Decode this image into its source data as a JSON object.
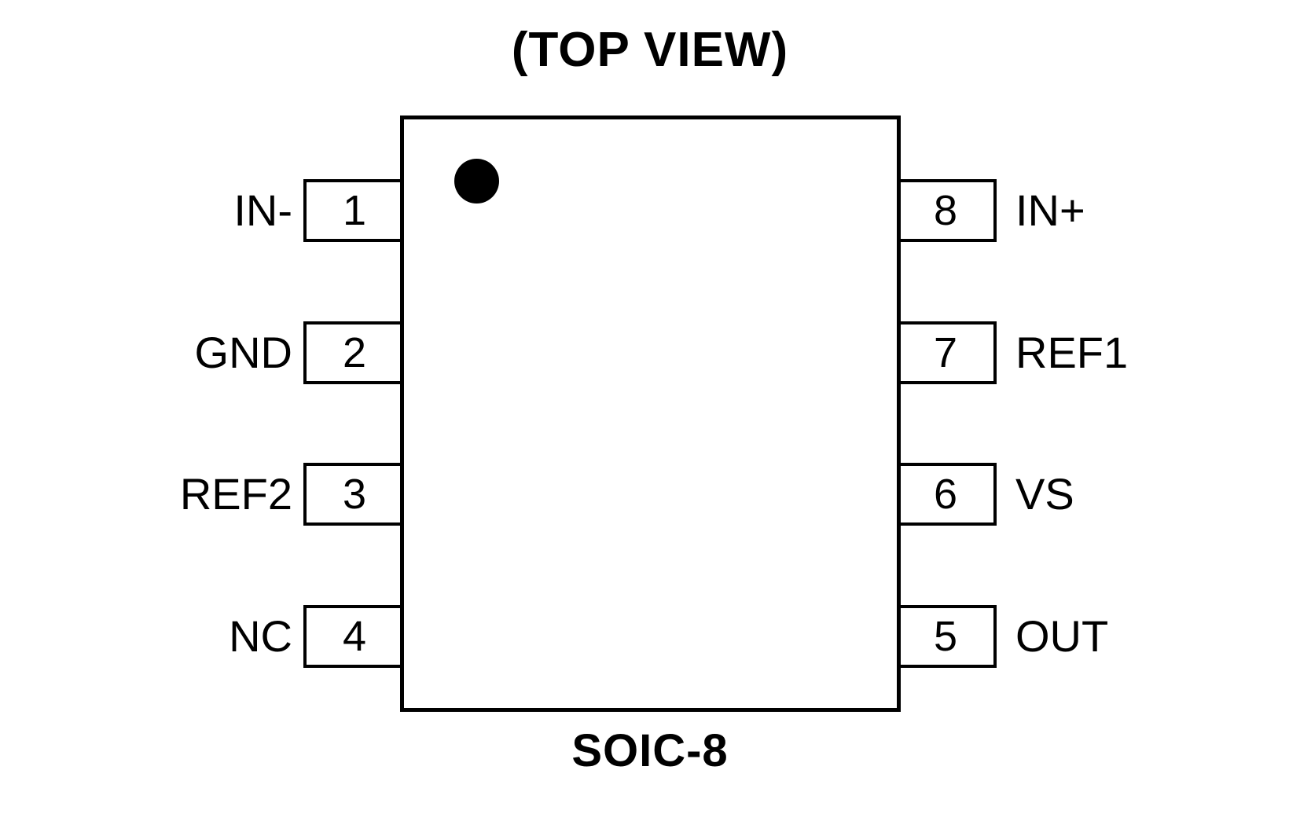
{
  "title": "(TOP VIEW)",
  "package_label": "SOIC-8",
  "colors": {
    "line": "#000000",
    "background": "#ffffff"
  },
  "pins": {
    "left": [
      {
        "number": "1",
        "name": "IN-"
      },
      {
        "number": "2",
        "name": "GND"
      },
      {
        "number": "3",
        "name": "REF2"
      },
      {
        "number": "4",
        "name": "NC"
      }
    ],
    "right": [
      {
        "number": "8",
        "name": "IN+"
      },
      {
        "number": "7",
        "name": "REF1"
      },
      {
        "number": "6",
        "name": "VS"
      },
      {
        "number": "5",
        "name": "OUT"
      }
    ]
  }
}
